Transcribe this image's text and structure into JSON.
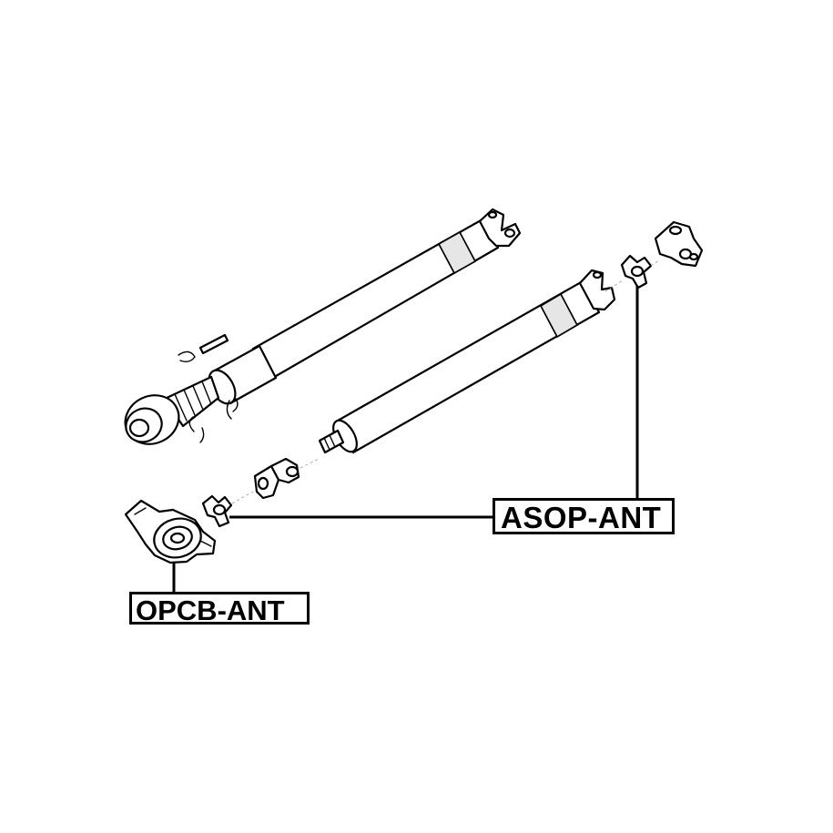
{
  "labels": {
    "asop": "ASOP-ANT",
    "opcb": "OPCB-ANT"
  },
  "colors": {
    "line": "#000000",
    "fill": "#ffffff",
    "shade": "#e6e6e6"
  },
  "icons": [
    "propeller-shaft-front",
    "propeller-shaft-rear",
    "universal-joint-cross",
    "center-bearing-support",
    "yoke-flange",
    "cv-joint-boot",
    "snap-ring"
  ]
}
